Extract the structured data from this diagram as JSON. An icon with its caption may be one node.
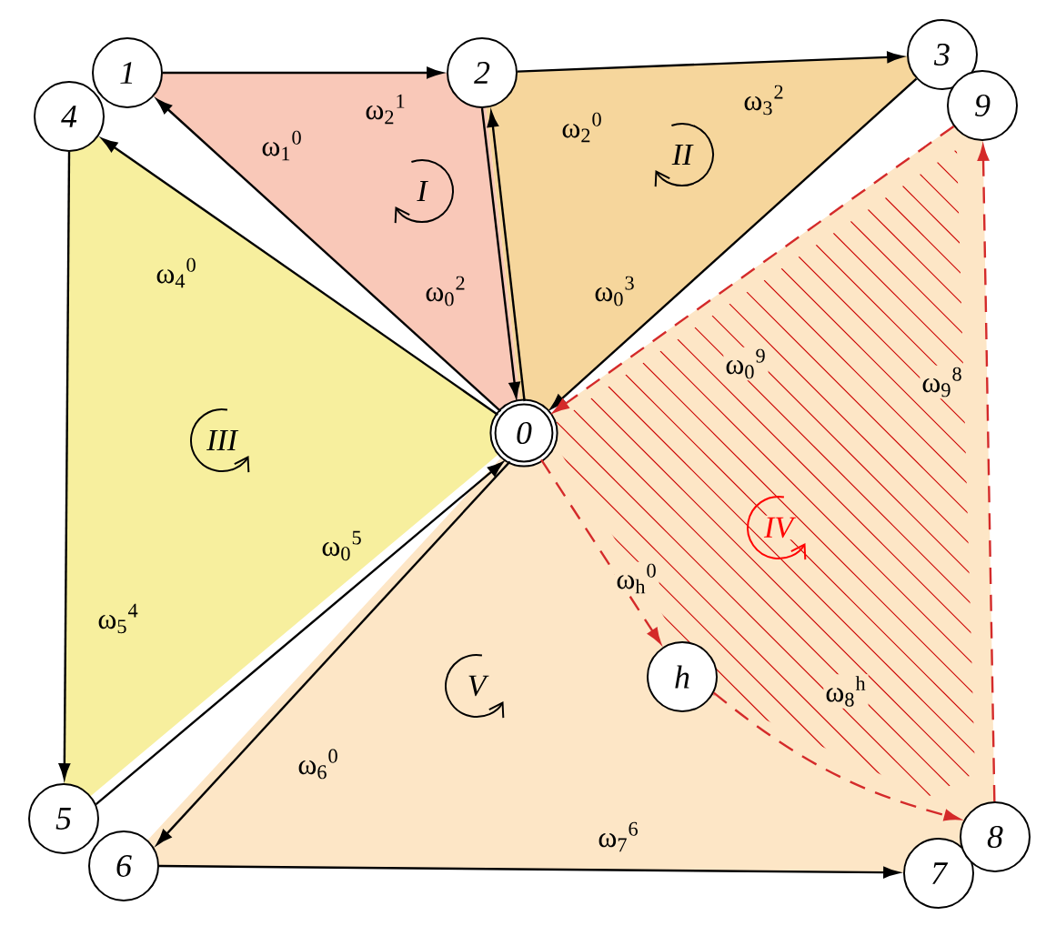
{
  "diagram": {
    "nodes": [
      {
        "text": [
          "0"
        ]
      },
      {
        "text": [
          "1"
        ]
      },
      {
        "text": [
          "2"
        ]
      },
      {
        "text": [
          "3"
        ]
      },
      {
        "text": [
          "4"
        ]
      },
      {
        "text": [
          "5"
        ]
      },
      {
        "text": [
          "6"
        ]
      },
      {
        "text": [
          "7"
        ]
      },
      {
        "text": [
          "8"
        ]
      },
      {
        "text": [
          "9"
        ]
      },
      {
        "text": [
          "h"
        ]
      }
    ],
    "edges": [
      {
        "from": 0,
        "to": 1,
        "arrow": "to",
        "label": "ω$_{1}$$^{0}$"
      },
      {
        "from": 1,
        "to": 2,
        "arrow": "to",
        "label": "ω$_{2}$$^{1}$"
      },
      {
        "from": 2,
        "to": 0,
        "arrow": "to",
        "label": "ω$_{0}$$^{2}$"
      },
      {
        "from": 0,
        "to": 2,
        "arrow": "to",
        "label": "ω$_{2}$$^{0}$"
      },
      {
        "from": 2,
        "to": 3,
        "arrow": "to",
        "label": "ω$_{3}$$^{2}$"
      },
      {
        "from": 3,
        "to": 0,
        "arrow": "to",
        "label": "ω$_{0}$$^{3}$"
      },
      {
        "from": 0,
        "to": 4,
        "arrow": "to",
        "label": "ω$_{4}$$^{0}$"
      },
      {
        "from": 4,
        "to": 5,
        "arrow": "to",
        "label": "ω$_{5}$$^{4}$"
      },
      {
        "from": 5,
        "to": 0,
        "arrow": "to",
        "label": "ω$_{0}$$^{5}$"
      },
      {
        "from": 0,
        "to": 6,
        "arrow": "to",
        "label": "ω$_{6}$$^{0}$"
      },
      {
        "from": 6,
        "to": 7,
        "arrow": "to",
        "label": "ω$_{7}$$^{6}$"
      },
      {
        "from": 9,
        "to": 0,
        "arrow": "to",
        "label": "ω$_{0}$$^{9}$",
        "style": "dashed",
        "color": "#d42a2a"
      },
      {
        "from": 8,
        "to": 9,
        "arrow": "to",
        "label": "ω$_{9}$$^{8}$",
        "style": "dashed",
        "color": "#d42a2a"
      },
      {
        "from": 0,
        "to": 10,
        "arrow": "to",
        "label": "ω$_{h}$$^{0}$",
        "style": "dashed",
        "color": "#d42a2a"
      },
      {
        "from": 10,
        "to": 8,
        "arrow": "to",
        "label": "ω$_{8}$$^{h}$",
        "style": "dashed",
        "color": "#d42a2a"
      }
    ],
    "labels": [
      "I",
      "II",
      "III",
      "IV",
      "V"
    ]
  }
}
